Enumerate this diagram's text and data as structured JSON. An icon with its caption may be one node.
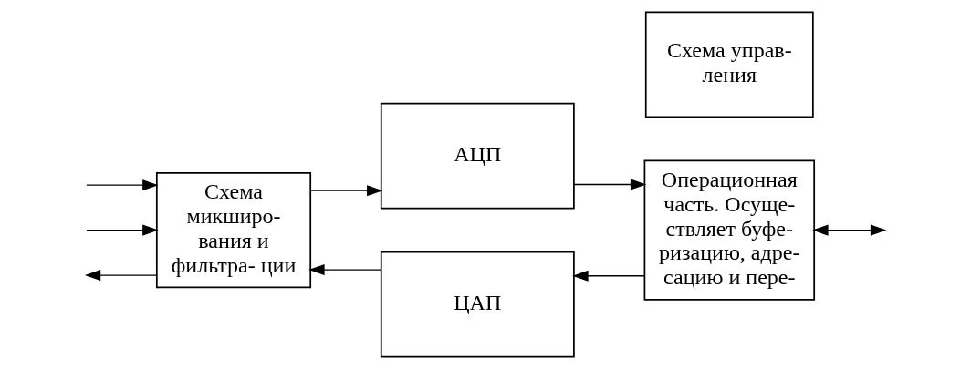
{
  "diagram": {
    "nodes": [
      {
        "text": [
          "Схема микширо- вания и фильтра- ции"
        ]
      },
      {
        "text": [
          "АЦП"
        ]
      },
      {
        "text": [
          "ЦАП"
        ]
      },
      {
        "text": [
          "Операционная часть. Осуще- ствляет буфе- ризацию, адре- сацию и пере-"
        ]
      },
      {
        "text": [
          "Схема управ- ления"
        ]
      }
    ],
    "edges": [
      {
        "from": null,
        "to": 0,
        "arrow": "to"
      },
      {
        "from": null,
        "to": 0,
        "arrow": "to"
      },
      {
        "from": 0,
        "to": null,
        "arrow": "to"
      },
      {
        "from": 0,
        "to": 1,
        "arrow": "to"
      },
      {
        "from": 1,
        "to": 3,
        "arrow": "to"
      },
      {
        "from": 3,
        "to": 2,
        "arrow": "to"
      },
      {
        "from": 2,
        "to": 0,
        "arrow": "to"
      },
      {
        "from": 3,
        "to": null,
        "arrow": "both"
      }
    ]
  }
}
